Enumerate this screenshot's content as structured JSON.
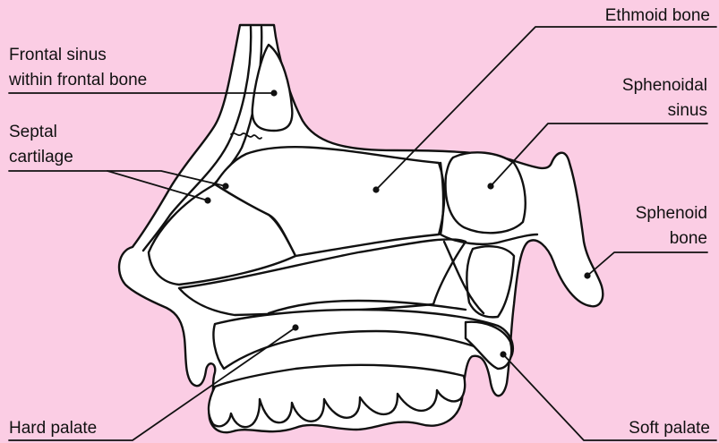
{
  "labels": {
    "ethmoid_bone": "Ethmoid bone",
    "frontal_sinus_line1": "Frontal sinus",
    "frontal_sinus_line2": "within frontal bone",
    "sphenoidal_sinus_line1": "Sphenoidal",
    "sphenoidal_sinus_line2": "sinus",
    "septal_cartilage_line1": "Septal",
    "septal_cartilage_line2": "cartilage",
    "sphenoid_bone_line1": "Sphenoid",
    "sphenoid_bone_line2": "bone",
    "hard_palate": "Hard palate",
    "soft_palate": "Soft palate"
  },
  "colors": {
    "background": "#fbcde4",
    "bone_fill": "#ffffff",
    "outline": "#111111",
    "leader_line": "#111111"
  }
}
